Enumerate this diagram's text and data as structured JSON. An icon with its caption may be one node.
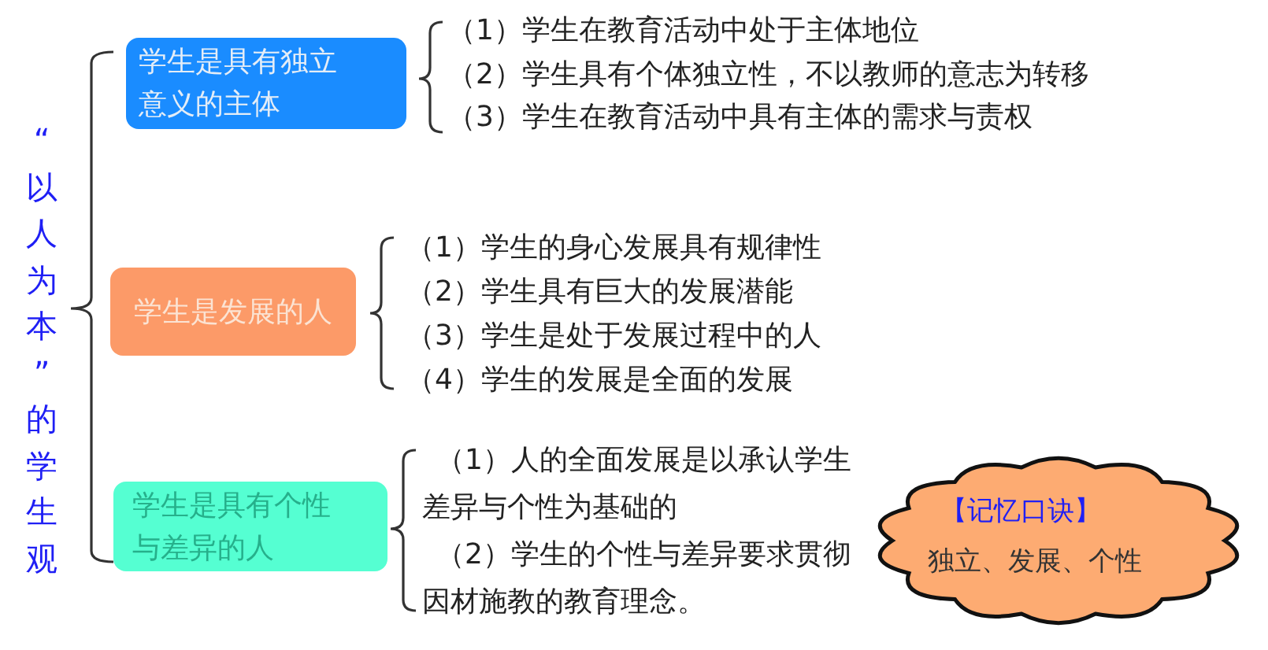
{
  "diagram": {
    "nodes": [
      {
        "text": [
          "学生是具有独立意义的主体"
        ],
        "beside": [
          "（1）学生在教育活动中处于主体地位",
          "（2）学生具有个体独立性，不以教师的意志为转移",
          "（3）学生在教育活动中具有主体的需求与责权"
        ]
      },
      {
        "text": [
          "学生是发展的人"
        ],
        "beside": [
          "（1）学生的身心发展具有规律性",
          "（2）学生具有巨大的发展潜能",
          "（3）学生是处于发展过程中的人",
          "（4）学生的发展是全面的发展"
        ]
      },
      {
        "text": [
          "学生是具有个性与差异的人"
        ],
        "beside": [
          "（1）人的全面发展是以承认学生差异与个性为基础的",
          "（2）学生的个性与差异要求贯彻因材施教的教育理念。"
        ]
      },
      {
        "text": [
          "【记忆口诀】",
          "独立、发展、个性"
        ]
      }
    ],
    "labels": [
      "“以人为本”的学生观"
    ]
  }
}
